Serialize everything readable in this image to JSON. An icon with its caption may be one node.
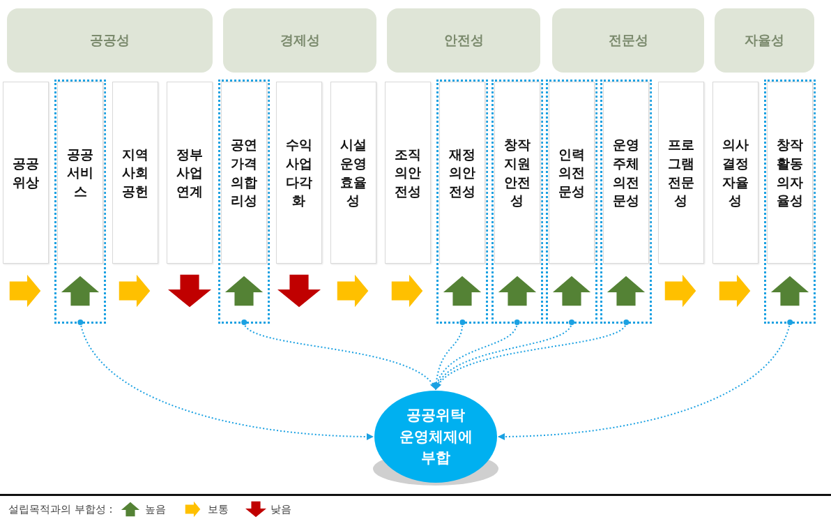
{
  "diagram": {
    "nodes": [
      {
        "text": [
          "공공성"
        ]
      },
      {
        "text": [
          "경제성"
        ]
      },
      {
        "text": [
          "안전성"
        ]
      },
      {
        "text": [
          "전문성"
        ]
      },
      {
        "text": [
          "자율성"
        ]
      },
      {
        "text": [
          "공공위상"
        ]
      },
      {
        "text": [],
        "shape": "right-arrow"
      },
      {
        "text": [],
        "shape": "box"
      },
      {
        "text": [
          "공공서비스"
        ],
        "in": 7
      },
      {
        "text": [],
        "shape": "up-arrow",
        "in": 7
      },
      {
        "text": [
          "지역사회공헌"
        ]
      },
      {
        "text": [],
        "shape": "right-arrow"
      },
      {
        "text": [
          "정부사업연계"
        ]
      },
      {
        "text": [],
        "shape": "down-arrow"
      },
      {
        "text": [],
        "shape": "box"
      },
      {
        "text": [
          "공연가격의합리성"
        ],
        "in": 14
      },
      {
        "text": [],
        "shape": "up-arrow",
        "in": 14
      },
      {
        "text": [
          "수익사업다각화"
        ]
      },
      {
        "text": [],
        "shape": "down-arrow"
      },
      {
        "text": [
          "시설운영효율성"
        ]
      },
      {
        "text": [],
        "shape": "right-arrow"
      },
      {
        "text": [
          "조직의안전성"
        ]
      },
      {
        "text": [],
        "shape": "right-arrow"
      },
      {
        "text": [],
        "shape": "box"
      },
      {
        "text": [
          "재정의안전성"
        ],
        "in": 23
      },
      {
        "text": [],
        "shape": "up-arrow",
        "in": 23
      },
      {
        "text": [],
        "shape": "box"
      },
      {
        "text": [
          "창작지원안전성"
        ],
        "in": 26
      },
      {
        "text": [],
        "shape": "up-arrow",
        "in": 26
      },
      {
        "text": [],
        "shape": "box"
      },
      {
        "text": [
          "인력의전문성"
        ],
        "in": 29
      },
      {
        "text": [],
        "shape": "up-arrow",
        "in": 29
      },
      {
        "text": [],
        "shape": "box"
      },
      {
        "text": [
          "운영주체의전문성"
        ],
        "in": 32
      },
      {
        "text": [],
        "shape": "up-arrow",
        "in": 32
      },
      {
        "text": [
          "프로그램전문성"
        ]
      },
      {
        "text": [],
        "shape": "right-arrow"
      },
      {
        "text": [
          "의사결정자율성"
        ]
      },
      {
        "text": [],
        "shape": "right-arrow"
      },
      {
        "text": [],
        "shape": "box"
      },
      {
        "text": [
          "창작활동의자율성"
        ],
        "in": 39
      },
      {
        "text": [],
        "shape": "up-arrow",
        "in": 39
      },
      {
        "text": [
          "공공위탁 운영체제에 부합"
        ]
      }
    ],
    "edges": [
      {
        "from": 7,
        "to": 42,
        "arrow": "to",
        "style": "dashed"
      },
      {
        "from": 14,
        "to": 42,
        "arrow": "to",
        "style": "dashed"
      },
      {
        "from": 23,
        "to": 42,
        "arrow": "to",
        "style": "dashed"
      },
      {
        "from": 26,
        "to": 42,
        "arrow": "to",
        "style": "dashed"
      },
      {
        "from": 29,
        "to": 42,
        "arrow": "to",
        "style": "dashed"
      },
      {
        "from": 32,
        "to": 42,
        "arrow": "to",
        "style": "dashed"
      },
      {
        "from": 39,
        "to": 42,
        "arrow": "to",
        "style": "dashed"
      }
    ],
    "labels": [
      "설립목적과의 부합성 :"
    ],
    "legend": [
      {
        "text": "높음"
      },
      {
        "text": "보통"
      },
      {
        "text": "낮음"
      }
    ]
  }
}
